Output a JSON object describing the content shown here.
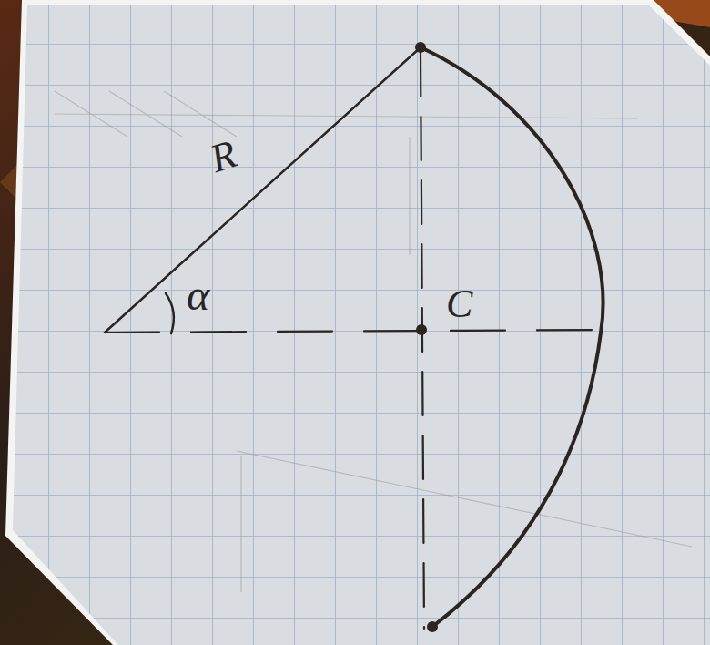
{
  "diagram": {
    "labels": [
      "R",
      "α",
      "C"
    ]
  }
}
